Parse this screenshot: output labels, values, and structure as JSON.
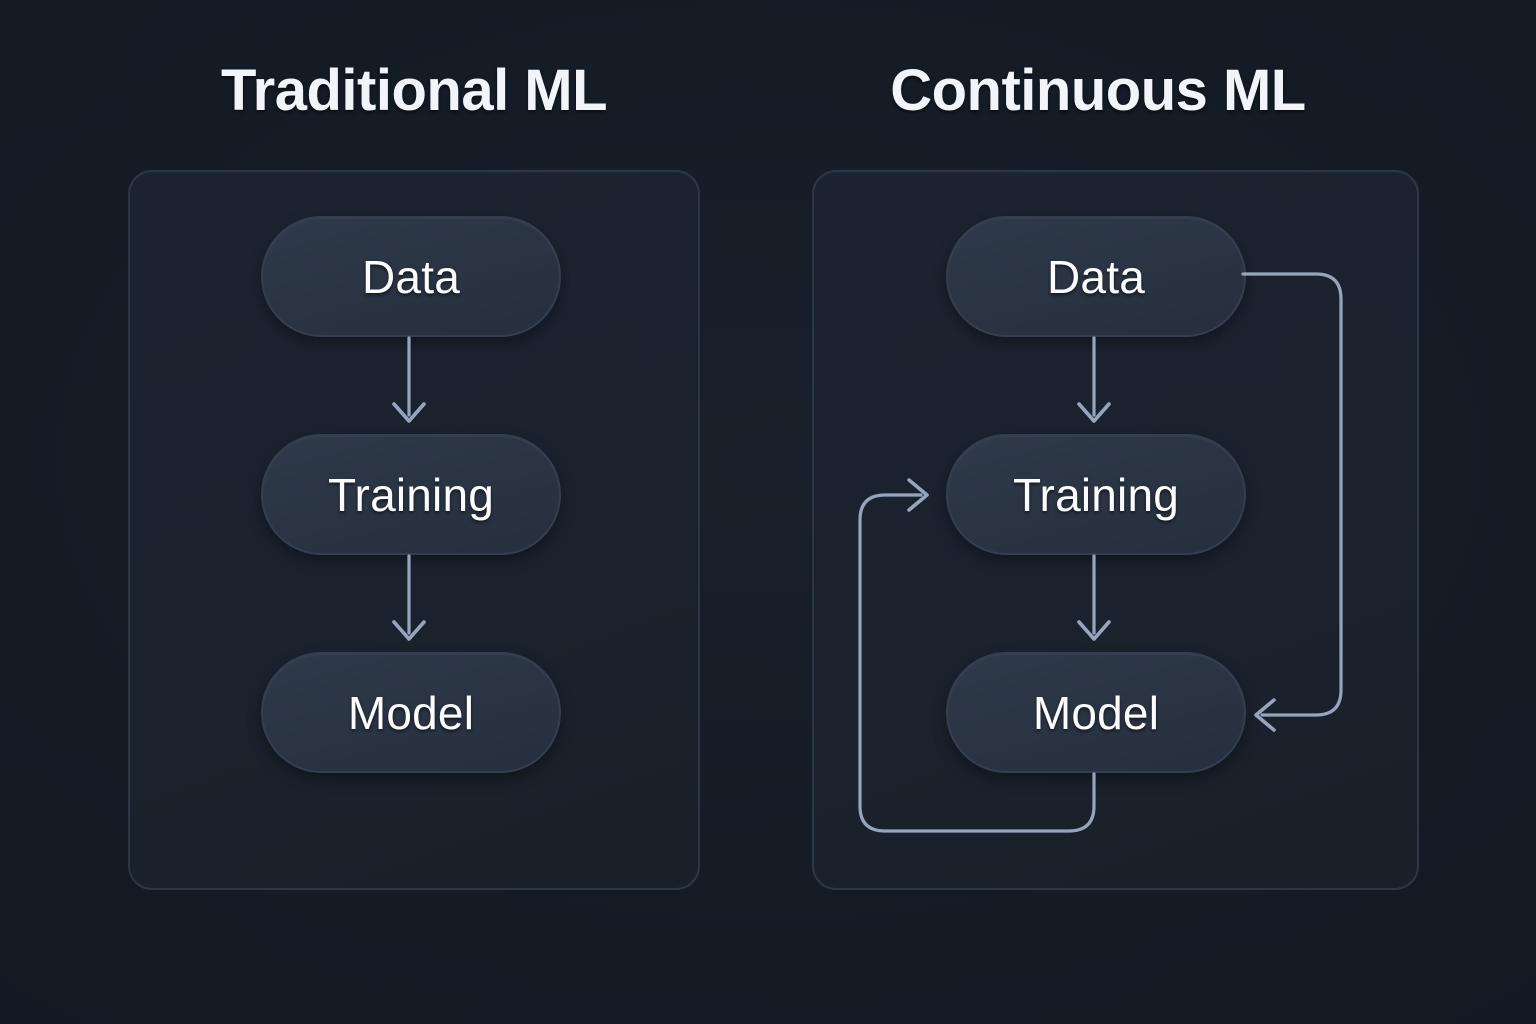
{
  "background_color": "#141b25",
  "panels": [
    {
      "id": "traditional",
      "title": "Traditional ML",
      "nodes": [
        {
          "id": "data",
          "label": "Data"
        },
        {
          "id": "training",
          "label": "Training"
        },
        {
          "id": "model",
          "label": "Model"
        }
      ],
      "connections": [
        {
          "id": "data-to-training",
          "from": "Data",
          "to": "Training",
          "kind": "straight-arrow-down"
        },
        {
          "id": "training-to-model",
          "from": "Training",
          "to": "Model",
          "kind": "straight-arrow-down"
        }
      ]
    },
    {
      "id": "continuous",
      "title": "Continuous ML",
      "nodes": [
        {
          "id": "data",
          "label": "Data"
        },
        {
          "id": "training",
          "label": "Training"
        },
        {
          "id": "model",
          "label": "Model"
        }
      ],
      "connections": [
        {
          "id": "data-to-training",
          "from": "Data",
          "to": "Training",
          "kind": "straight-arrow-down"
        },
        {
          "id": "training-to-model",
          "from": "Training",
          "to": "Model",
          "kind": "straight-arrow-down"
        },
        {
          "id": "data-to-model-feedback",
          "from": "Data",
          "to": "Model",
          "kind": "right-loop-arrow"
        },
        {
          "id": "model-to-training-feedback",
          "from": "Model",
          "to": "Training",
          "kind": "left-loop-arrow"
        }
      ]
    }
  ],
  "colors": {
    "title_text": "#f1f4f8",
    "node_fill": "#2a3443",
    "node_border": "#333f50",
    "node_text": "#fbfcfe",
    "card_border": "#2c3746",
    "card_fill": "#1a222e",
    "connector": "#96a5bc"
  }
}
